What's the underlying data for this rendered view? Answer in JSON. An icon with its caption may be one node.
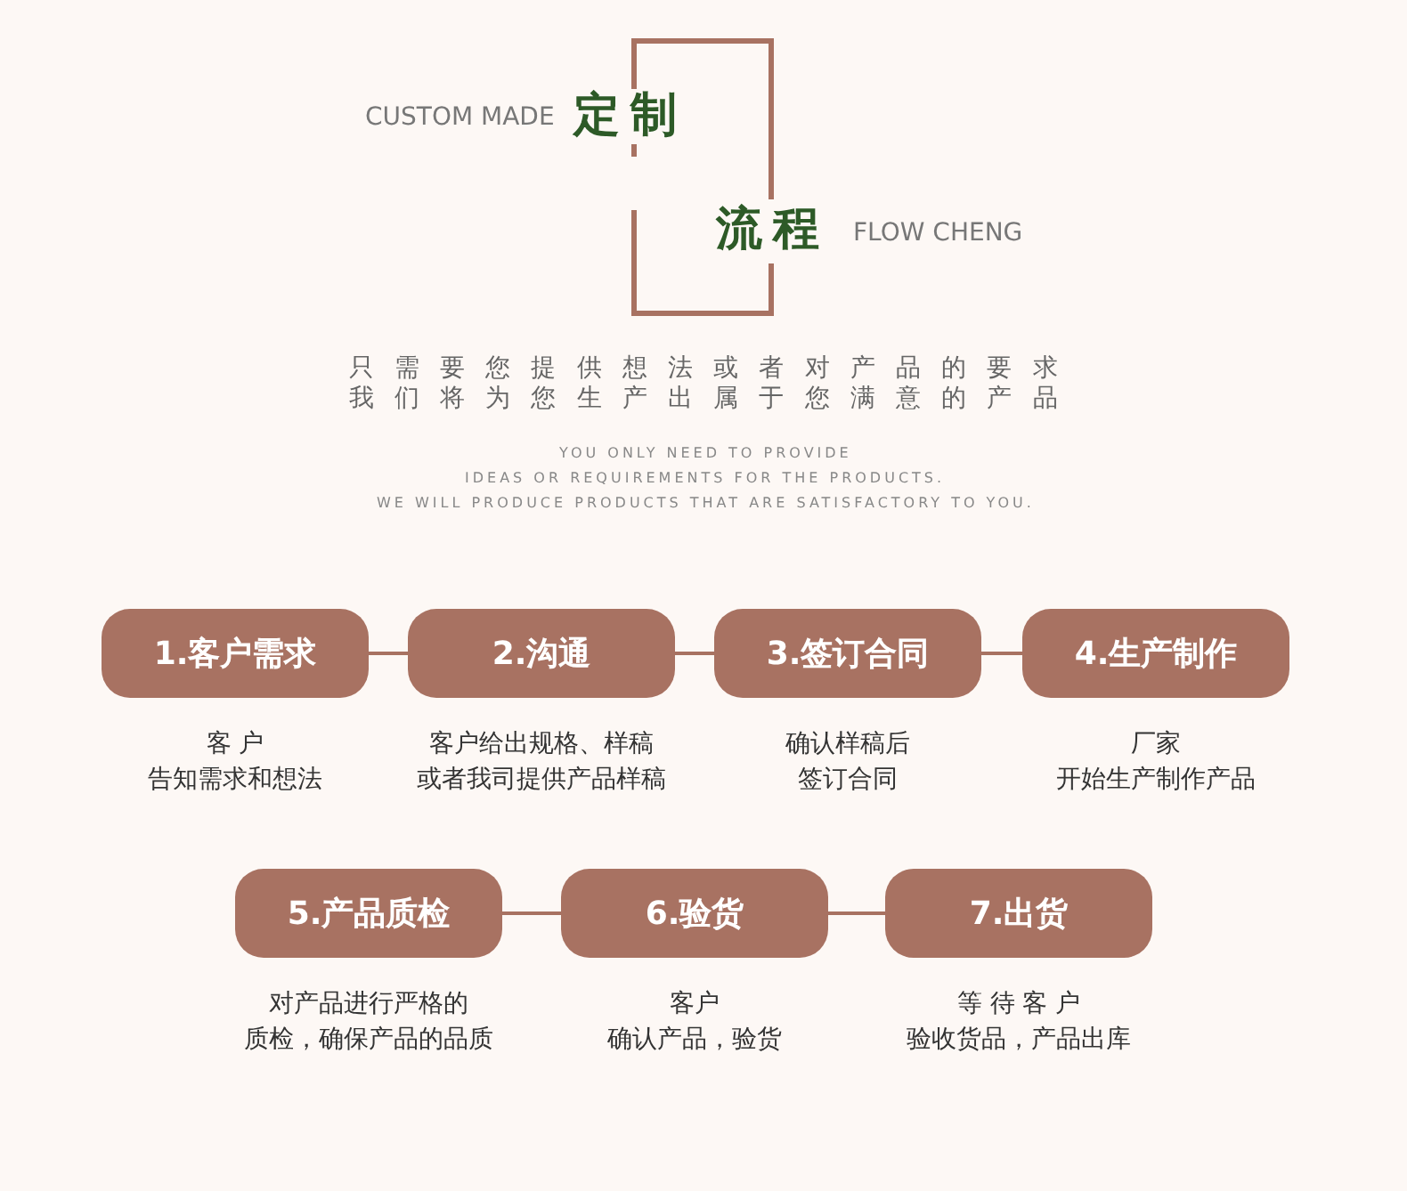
{
  "diagram": {
    "nodes": [
      {
        "text": [
          "1.客户需求"
        ],
        "beside": [
          "客 户",
          "告知需求和想法"
        ]
      },
      {
        "text": [
          "2.沟通"
        ],
        "beside": [
          "客户给出规格、样稿",
          "或者我司提供产品样稿"
        ]
      },
      {
        "text": [
          "3.签订合同"
        ],
        "beside": [
          "确认样稿后",
          "签订合同"
        ]
      },
      {
        "text": [
          "4.生产制作"
        ],
        "beside": [
          "厂家",
          "开始生产制作产品"
        ]
      },
      {
        "text": [
          "5.产品质检"
        ],
        "beside": [
          "对产品进行严格的",
          "质检，确保产品的品质"
        ]
      },
      {
        "text": [
          "6.验货"
        ],
        "beside": [
          "客户",
          "确认产品，验货"
        ]
      },
      {
        "text": [
          "7.出货"
        ],
        "beside": [
          "等 待 客 户",
          "验收货品，产品出库"
        ]
      }
    ],
    "edges": [
      {
        "from": 0,
        "to": 1,
        "arrow": "none"
      },
      {
        "from": 1,
        "to": 2,
        "arrow": "none"
      },
      {
        "from": 2,
        "to": 3,
        "arrow": "none"
      },
      {
        "from": 4,
        "to": 5,
        "arrow": "none"
      },
      {
        "from": 5,
        "to": 6,
        "arrow": "none"
      }
    ],
    "labels": [
      "CUSTOM MADE",
      "定制",
      "流程",
      "FLOW CHENG",
      "只需要您提供想法或者对产品的要求",
      "我们将为您生产出属于您满意的产品",
      "YOU ONLY NEED TO PROVIDE",
      "IDEAS OR REQUIREMENTS FOR THE PRODUCTS.",
      "WE WILL PRODUCE PRODUCTS THAT ARE SATISFACTORY TO YOU."
    ]
  }
}
